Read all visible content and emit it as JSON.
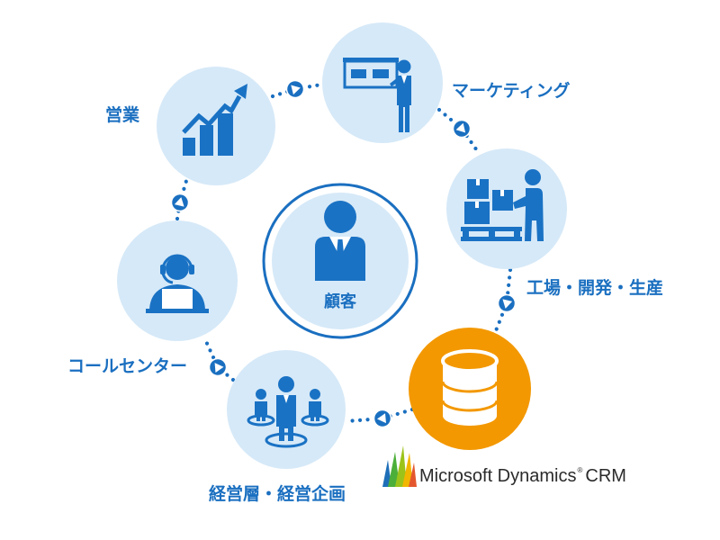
{
  "center": {
    "label": "顧客",
    "icon": "customer-icon"
  },
  "nodes": [
    {
      "label": "営業",
      "icon": "sales-growth-chart-icon"
    },
    {
      "label": "マーケティング",
      "icon": "presentation-icon"
    },
    {
      "label": "工場・開発・生産",
      "icon": "warehouse-worker-icon"
    },
    {
      "icon": "database-icon"
    },
    {
      "label": "経営層・経営企画",
      "icon": "management-team-icon"
    },
    {
      "label": "コールセンター",
      "icon": "call-center-operator-icon"
    }
  ],
  "crm_logo": {
    "icon": "dynamics-logo-icon",
    "brand": "Microsoft Dynamics",
    "mark": "®",
    "product": "CRM"
  },
  "colors": {
    "node_fill": "#d6e9f8",
    "accent": "#1a6fc0",
    "icon": "#1a72c4",
    "crm_fill": "#f39800",
    "logo_text": "#2b2b2b"
  }
}
